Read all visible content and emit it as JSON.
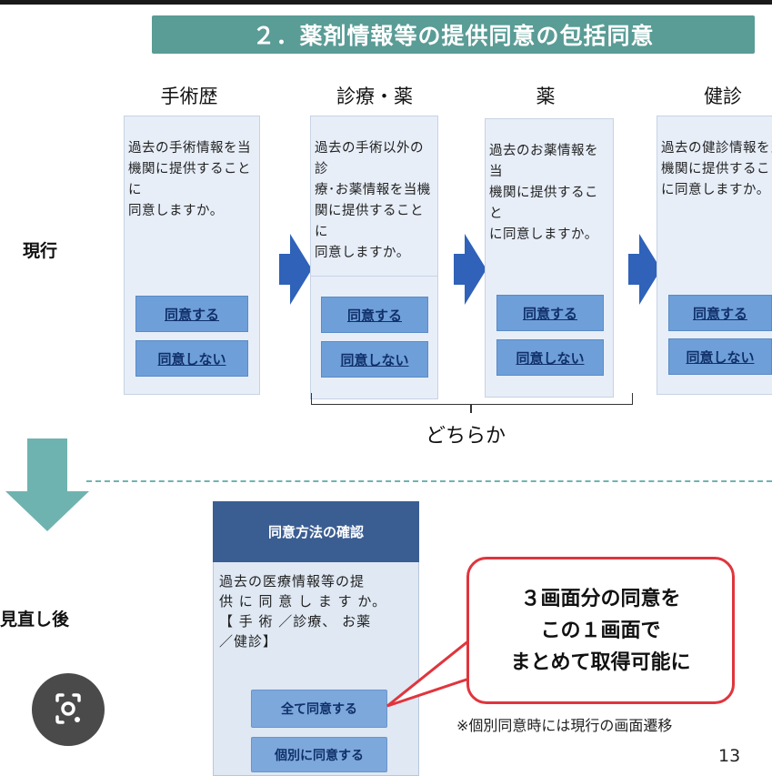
{
  "title": "２．薬剤情報等の提供同意の包括同意",
  "columns": [
    {
      "header": "手術歴",
      "text": [
        "過去の手術情報を当",
        "機関に提供することに",
        "同意しますか。"
      ],
      "agree": "同意する",
      "disagree": "同意しない"
    },
    {
      "header": "診療・薬",
      "text": [
        "過去の手術以外の診",
        "療･お薬情報を当機",
        "関に提供することに",
        "同意しますか。"
      ],
      "agree": "同意する",
      "disagree": "同意しない"
    },
    {
      "header": "薬",
      "text": [
        "過去のお薬情報を当",
        "機関に提供すること",
        "に同意しますか。"
      ],
      "agree": "同意する",
      "disagree": "同意しない"
    },
    {
      "header": "健診",
      "text": [
        "過去の健診情報を当",
        "機関に提供すること",
        "に同意しますか。"
      ],
      "agree": "同意する",
      "disagree": "同意しない"
    }
  ],
  "row_current": "現行",
  "row_after": "見直し後",
  "brace_label": "どちらか",
  "new_screen": {
    "header": "同意方法の確認",
    "text": [
      "過去の医療情報等の提",
      "供 に 同 意 し ま す か。",
      "【 手 術 ／診療、 お薬",
      "／健診】"
    ],
    "agree_all": "全て同意する",
    "agree_each": "個別に同意する"
  },
  "callout": [
    "３画面分の同意を",
    "この１画面で",
    "まとめて取得可能に"
  ],
  "note": "※個別同意時には現行の画面遷移",
  "page_number": "13",
  "colors": {
    "title_bg": "#5a9c96",
    "card_bg": "#e7eef8",
    "button": "#6f9fd8",
    "arrow": "#2f62b8",
    "callout_border": "#e0353d"
  }
}
